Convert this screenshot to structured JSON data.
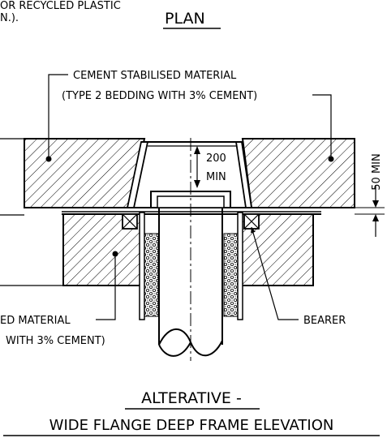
{
  "header": {
    "top_fragment_1": "OR RECYCLED PLASTIC",
    "top_fragment_2": "N.).",
    "plan_title": "PLAN"
  },
  "labels": {
    "cement_top_1": "CEMENT STABILISED MATERIAL",
    "cement_top_2": "(TYPE 2 BEDDING WITH 3% CEMENT)",
    "dim_200": "200",
    "dim_min": "MIN",
    "dim_50_min": "50 MIN",
    "cement_bottom_1": "ED MATERIAL",
    "cement_bottom_2": "WITH 3% CEMENT)",
    "bearer": "BEARER"
  },
  "footer": {
    "title_line_1": "ALTERATIVE -",
    "title_line_2": "WIDE FLANGE DEEP FRAME ELEVATION"
  },
  "colors": {
    "ink": "#000000",
    "paper": "#ffffff"
  }
}
